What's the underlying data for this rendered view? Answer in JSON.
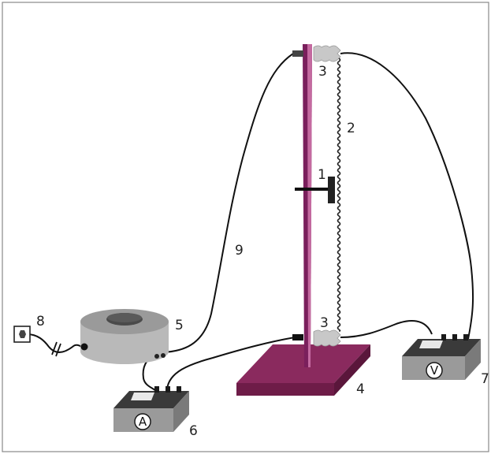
{
  "labels": {
    "l1": "1",
    "l2": "2",
    "l3_top": "3",
    "l3_bottom": "3",
    "l4": "4",
    "l5": "5",
    "l6": "6",
    "l7": "7",
    "l8": "8",
    "l9": "9"
  },
  "meters": {
    "ammeter_symbol": "A",
    "voltmeter_symbol": "V"
  },
  "colors": {
    "rod": "#7a1f5c",
    "rod_highlight": "#c46aa0",
    "base_top": "#8a2a5e",
    "base_front": "#6e1c48",
    "base_side": "#5a163b",
    "meter_body": "#9a9a9a",
    "meter_top": "#3a3a3a",
    "coil_top": "#7c7c7c",
    "coil_side": "#b9b9b9",
    "spring": "#222222",
    "wire": "#111111",
    "clamp": "#c8c8c8"
  }
}
